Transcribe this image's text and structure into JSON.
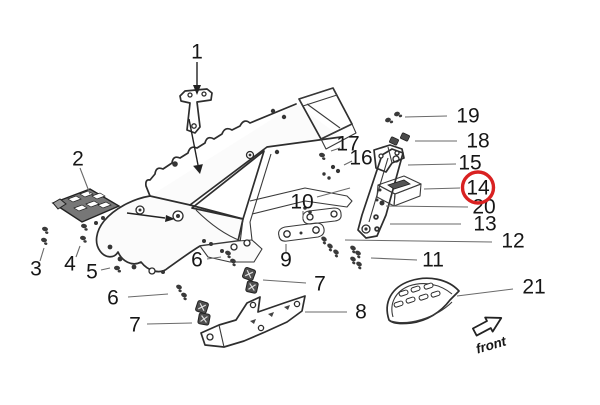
{
  "diagram": {
    "kind": "exploded-parts-diagram",
    "subject": "motorcycle frame assembly",
    "highlighted_part": "14",
    "highlight_color": "#d92121",
    "front_label": "front",
    "labels": {
      "p1": "1",
      "p2": "2",
      "p3": "3",
      "p4": "4",
      "p5": "5",
      "p6a": "6",
      "p6b": "6",
      "p7a": "7",
      "p7b": "7",
      "p8": "8",
      "p9": "9",
      "p10": "10",
      "p11": "11",
      "p12": "12",
      "p13": "13",
      "p14": "14",
      "p15": "15",
      "p16": "16",
      "p17": "17",
      "p18": "18",
      "p19": "19",
      "p20": "20",
      "p21": "21"
    }
  }
}
